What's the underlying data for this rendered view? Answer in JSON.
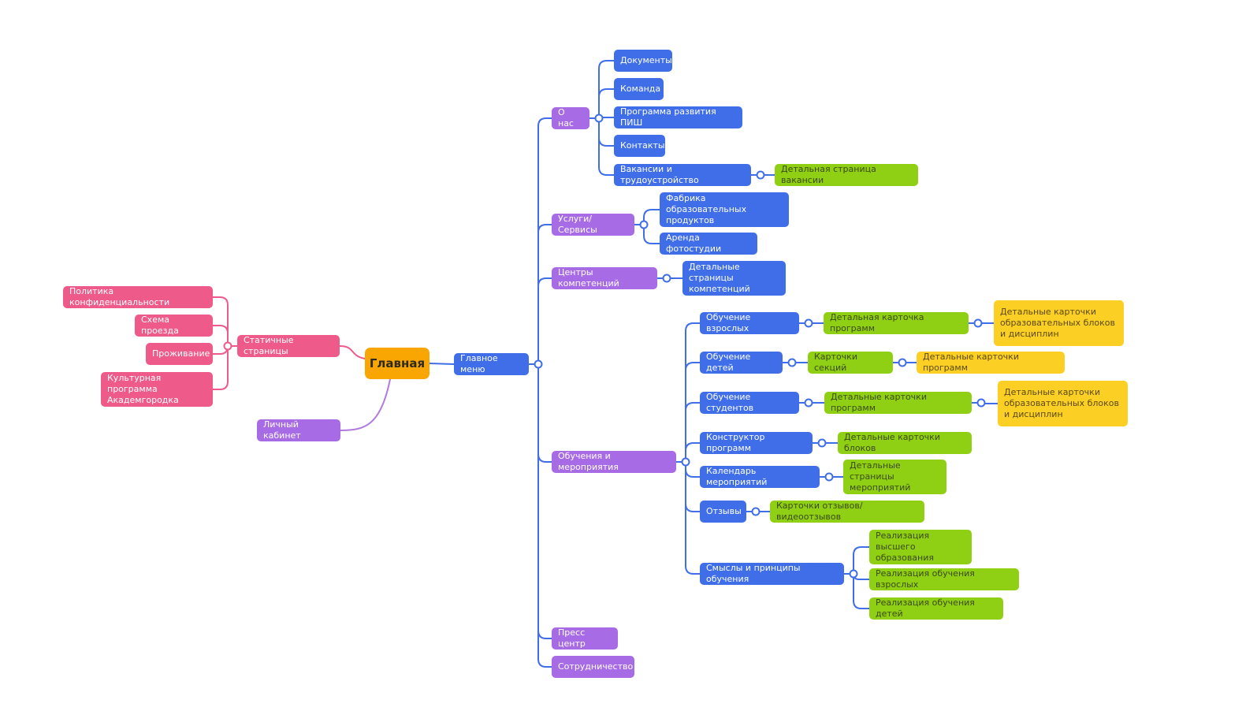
{
  "colors": {
    "root": "#f9a502",
    "menu": "#3f6ee8",
    "section": "#a86be6",
    "page": "#3f6ee8",
    "detail": "#8fd014",
    "subdetail": "#fccf25",
    "static": "#ee5a8a",
    "link_blue": "#3f6ee8",
    "link_pink": "#ee5a8a",
    "link_purple": "#b07be0"
  },
  "root": "Главная",
  "main_menu": "Главное меню",
  "lk": "Личный кабинет",
  "static": {
    "title": "Статичные страницы",
    "items": [
      "Политика конфиденциальности",
      "Схема проезда",
      "Проживание",
      "Культурная программа Академгородка"
    ]
  },
  "about": {
    "title": "О нас",
    "items": [
      "Документы",
      "Команда",
      "Программа развития ПИШ",
      "Контакты",
      "Вакансии и трудоустройство"
    ],
    "vacancy_detail": "Детальная страница вакансии"
  },
  "services": {
    "title": "Услуги/Сервисы",
    "items": [
      "Фабрика образовательных продуктов",
      "Аренда фотостудии"
    ]
  },
  "centers": {
    "title": "Центры компетенций",
    "detail": "Детальные страницы компетенций"
  },
  "edu": {
    "title": "Обучения и мероприятия",
    "adults": "Обучение взрослых",
    "adults_detail": "Детальная карточка программ",
    "adults_sub": "Детальные карточки образовательных блоков и дисциплин",
    "kids": "Обучение детей",
    "kids_detail": "Карточки секций",
    "kids_sub": "Детальные карточки программ",
    "students": "Обучение студентов",
    "students_detail": "Детальные карточки программ",
    "students_sub": "Детальные карточки образовательных блоков и дисциплин",
    "builder": "Конструктор программ",
    "builder_detail": "Детальные карточки блоков",
    "calendar": "Календарь мероприятий",
    "calendar_detail": "Детальные страницы мероприятий",
    "reviews": "Отзывы",
    "reviews_detail": "Карточки отзывов/видеоотзывов",
    "meaning": "Смыслы и принципы обучения",
    "meaning_items": [
      "Реализация высшего образования",
      "Реализация обучения взрослых",
      "Реализация обучения детей"
    ]
  },
  "press": "Пресс центр",
  "coop": "Сотрудничество"
}
